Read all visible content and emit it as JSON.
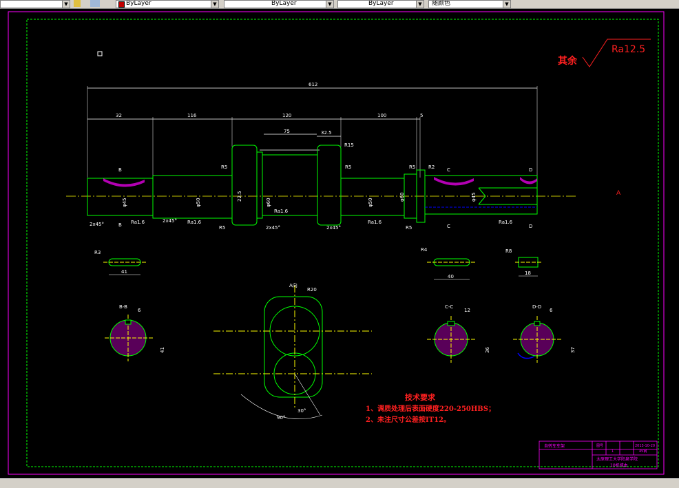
{
  "toolbar": {
    "combos": [
      {
        "name": "color-combo",
        "value": "ByLayer"
      },
      {
        "name": "linetype-combo",
        "value": "ByLayer"
      },
      {
        "name": "lineweight-combo",
        "value": "ByLayer"
      },
      {
        "name": "plotstyle-combo",
        "value": "随颜色"
      }
    ]
  },
  "drawing": {
    "note_rest": "其余",
    "ra_main": "Ra12.5",
    "overall_length": "612",
    "dims_top": {
      "d1": "32",
      "d2": "116",
      "d3": "120",
      "d4": "100",
      "d5": "5",
      "d6": "75",
      "d7": "32.5"
    },
    "chamfers": {
      "c1": "2x45°",
      "c2": "2x45°",
      "c3": "2x45°",
      "c4": "2x45°"
    },
    "radii": {
      "r5a": "R5",
      "r5b": "R5",
      "r5c": "R5",
      "r5d": "R5",
      "r5e": "R5",
      "r2": "R2",
      "r15": "R15"
    },
    "roughness": {
      "ra1": "Ra1.6",
      "ra2": "Ra1.6",
      "ra3": "Ra1.6",
      "ra4": "Ra1.6",
      "ra5": "Ra1.6"
    },
    "diameters": {
      "phi1": "φ45",
      "phi2": "φ50",
      "phi3": "φ60",
      "phi4": "φ50",
      "phi5": "φ60",
      "phi6": "φ45",
      "width_inner": "22.5"
    },
    "section_labels": {
      "a": "A",
      "b1": "B",
      "b2": "B",
      "c1": "C",
      "c2": "C",
      "d1": "D",
      "d2": "D"
    },
    "keyways": {
      "k1_len": "41",
      "k2_len": "40",
      "k3_len": "18",
      "k1_r": "R3",
      "k2_r": "R4",
      "k3_r": "R8"
    },
    "sections": {
      "bb": {
        "title": "B-B",
        "width": "6",
        "depth": "41"
      },
      "aa": {
        "title": "A向",
        "radius": "R20",
        "angle1": "90°",
        "angle2": "30°"
      },
      "cc": {
        "title": "C-C",
        "width": "12",
        "depth": "36"
      },
      "dd": {
        "title": "D-D",
        "width": "6",
        "depth": "37"
      }
    },
    "tech_req": {
      "title": "技术要求",
      "line1": "1、调质处理后表面硬度220-250HBS；",
      "line2": "2、未注尺寸公差按IT12。"
    },
    "title_block": {
      "cell1": "自转车车架",
      "cell2": "图号",
      "cell3": "1",
      "cell4": "2013-10-20",
      "cell5": "45钢",
      "cell6": "太原理工大学阳泉学院",
      "cell7": "10机械本"
    }
  },
  "colors": {
    "frame": "#ff00ff",
    "border": "#00ff00",
    "geometry": "#00ff00",
    "centerline": "#ffff00",
    "dimension": "#ffffff",
    "hatch": "#ff00ff",
    "annotation": "#ff2020",
    "hidden": "#0000ff"
  }
}
